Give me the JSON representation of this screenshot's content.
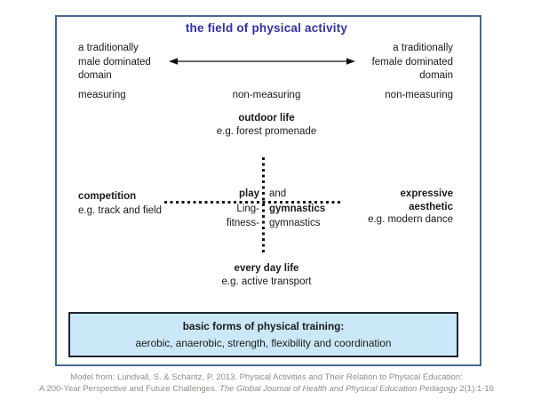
{
  "title": "the field of physical activity",
  "colors": {
    "title_text": "#3232a5",
    "frame_border": "#456a8e",
    "training_box_fill": "#cbe8f9",
    "training_box_border": "#23232b",
    "citation_text": "#8f8c83"
  },
  "gender_axis": {
    "left_label": "a traditionally\nmale dominated\ndomain",
    "right_label": "a traditionally\nfemale dominated\ndomain"
  },
  "measuring_row": {
    "left": "measuring",
    "center": "non-measuring",
    "right": "non-measuring"
  },
  "quadrants": {
    "top": {
      "title": "outdoor life",
      "example": "e.g. forest promenade"
    },
    "bottom": {
      "title": "every day life",
      "example": "e.g. active transport"
    },
    "left": {
      "title": "competition",
      "example": "e.g. track and field"
    },
    "right": {
      "title": "expressive\naesthetic",
      "example": "e.g. modern dance"
    }
  },
  "center_cluster": {
    "rows": [
      {
        "left": "play",
        "right": "and"
      },
      {
        "left": "Ling-",
        "right": "gymnastics"
      },
      {
        "left": "fitness-",
        "right": "gymnastics"
      }
    ]
  },
  "training_box": {
    "title": "basic forms of physical training:",
    "items": "aerobic, anaerobic, strength, flexibility and coordination"
  },
  "citation": {
    "line1": "Model from: Lundvall, S. & Schantz, P. 2013. Physical Activities and Their Relation to Physical Education:",
    "line2_prefix": "A 200-Year Perspective and Future Challenges. ",
    "line2_italic": "The Global Journal of Health and Physical Education Pedagogy",
    "line2_suffix": " 2(1):1-16"
  }
}
